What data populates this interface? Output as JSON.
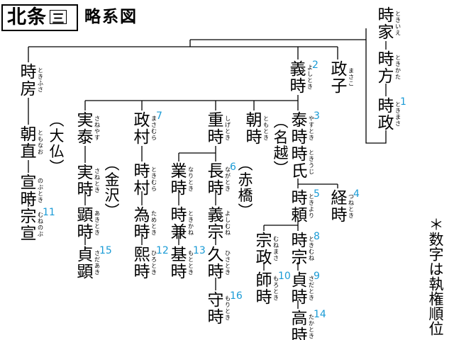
{
  "header": {
    "title": "北条",
    "title_number": "三",
    "subtitle": "略系図"
  },
  "note": "＊数字は執権順位",
  "colors": {
    "text": "#000000",
    "line": "#000000",
    "order_number": "#1a9bd6"
  },
  "persons": [
    {
      "id": "tokiie",
      "name": "時家",
      "reading": "ときいえ"
    },
    {
      "id": "tokikata",
      "name": "時方",
      "reading": "ときかた"
    },
    {
      "id": "tokimasa",
      "name": "時政",
      "reading": "ときまさ",
      "order": "1"
    },
    {
      "id": "tokifusa",
      "name": "時房",
      "reading": "ときふさ"
    },
    {
      "id": "yoshitoki",
      "name": "義時",
      "reading": "よしとき",
      "order": "2"
    },
    {
      "id": "masako",
      "name": "政子",
      "reading": "まさこ"
    },
    {
      "id": "tomonao",
      "name": "朝直",
      "reading": "ともなお"
    },
    {
      "id": "nobutoki",
      "name": "宣時",
      "reading": "のぶとき"
    },
    {
      "id": "munenobu",
      "name": "宗宣",
      "reading": "むねのぶ",
      "order": "11"
    },
    {
      "id": "saneyasu",
      "name": "実泰",
      "reading": "さねやす"
    },
    {
      "id": "sanetoki",
      "name": "実時",
      "reading": "さねとき"
    },
    {
      "id": "akitoki",
      "name": "顕時",
      "reading": "あきとき"
    },
    {
      "id": "sadaaki",
      "name": "貞顕",
      "reading": "さだあき",
      "order": "15"
    },
    {
      "id": "masamura",
      "name": "政村",
      "reading": "まさむら",
      "order": "7"
    },
    {
      "id": "tokimura",
      "name": "時村",
      "reading": "ときむら"
    },
    {
      "id": "tametoki",
      "name": "為時",
      "reading": "ためとき"
    },
    {
      "id": "hirotoki",
      "name": "熙時",
      "reading": "ひろとき",
      "order": "12"
    },
    {
      "id": "shigetoki",
      "name": "重時",
      "reading": "しげとき"
    },
    {
      "id": "naritoki",
      "name": "業時",
      "reading": "なりとき"
    },
    {
      "id": "tokikane",
      "name": "時兼",
      "reading": "ときかね"
    },
    {
      "id": "mototoki",
      "name": "基時",
      "reading": "もととき",
      "order": "13"
    },
    {
      "id": "nagatoki",
      "name": "長時",
      "reading": "ながとき",
      "order": "6"
    },
    {
      "id": "yoshimune",
      "name": "義宗",
      "reading": "よしむね"
    },
    {
      "id": "hisatoki",
      "name": "久時",
      "reading": "ひさとき"
    },
    {
      "id": "moritoki",
      "name": "守時",
      "reading": "もりとき",
      "order": "16"
    },
    {
      "id": "tomotoki",
      "name": "朝時",
      "reading": "ともとき"
    },
    {
      "id": "yasutoki",
      "name": "泰時",
      "reading": "やすとき",
      "order": "3"
    },
    {
      "id": "tokiuji",
      "name": "時氏",
      "reading": "ときうじ"
    },
    {
      "id": "tokiyori",
      "name": "時頼",
      "reading": "ときより",
      "order": "5"
    },
    {
      "id": "tsunetoki",
      "name": "経時",
      "reading": "つねとき",
      "order": "4"
    },
    {
      "id": "munemasa",
      "name": "宗政",
      "reading": "むねまさ"
    },
    {
      "id": "morotoki",
      "name": "師時",
      "reading": "もろとき",
      "order": "10"
    },
    {
      "id": "tokimune",
      "name": "時宗",
      "reading": "ときむね",
      "order": "8"
    },
    {
      "id": "sadatoki",
      "name": "貞時",
      "reading": "さだとき",
      "order": "9"
    },
    {
      "id": "takatoki",
      "name": "高時",
      "reading": "たかとき",
      "order": "14"
    }
  ],
  "branch_labels": [
    {
      "id": "osaragi",
      "text": "（大仏）"
    },
    {
      "id": "kanazawa",
      "text": "（金沢）"
    },
    {
      "id": "akahashi",
      "text": "（赤橋）"
    },
    {
      "id": "nagoe",
      "text": "（名越）"
    }
  ]
}
